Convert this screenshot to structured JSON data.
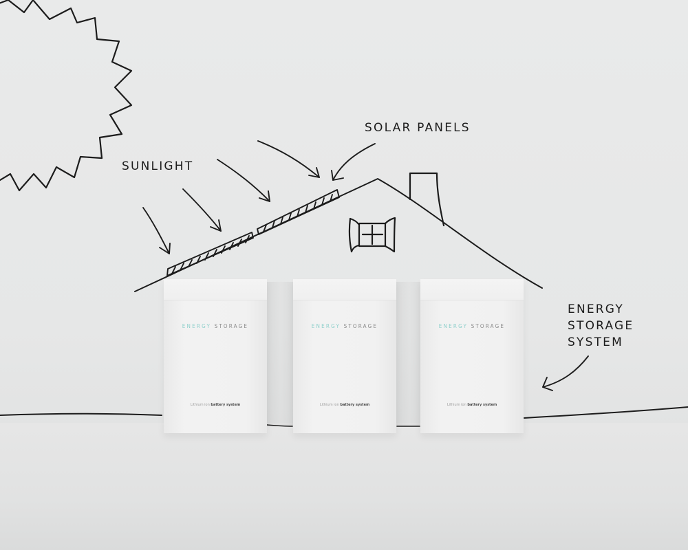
{
  "labels": {
    "sunlight": "SUNLIGHT",
    "solar_panels": "SOLAR PANELS",
    "energy_storage_system": [
      "ENERGY",
      "STORAGE",
      "SYSTEM"
    ]
  },
  "units": [
    {
      "brand_accent": "ENERGY",
      "brand_main": "STORAGE",
      "tag_light": "Lithium ion",
      "tag_bold": "battery system"
    },
    {
      "brand_accent": "ENERGY",
      "brand_main": "STORAGE",
      "tag_light": "Lithium ion",
      "tag_bold": "battery system"
    },
    {
      "brand_accent": "ENERGY",
      "brand_main": "STORAGE",
      "tag_light": "Lithium ion",
      "tag_bold": "battery system"
    }
  ],
  "icons": {
    "sun": "sun-icon",
    "house": "house-sketch",
    "arrows": "arrow-icon"
  },
  "colors": {
    "background": "#e8e9e9",
    "ink": "#1c1c1c",
    "brand_accent": "#8fd0cc",
    "unit_body": "#f1f1f1"
  }
}
